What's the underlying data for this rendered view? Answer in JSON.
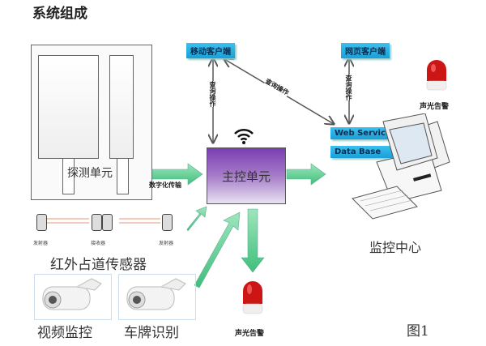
{
  "title": "系统组成",
  "detection_unit": {
    "label": "探测单元"
  },
  "main_unit": {
    "label": "主控单元"
  },
  "digital_transmission": "数字化传输",
  "mobile_client": "移动客户端",
  "web_client": "网页客户端",
  "query_op_mobile": "查询操作",
  "query_op_diagonal": "查询操作",
  "query_op_web": "查询操作",
  "web_service": "Web Service",
  "data_base": "Data Base",
  "monitor_center": "监控中心",
  "alarm_top": "声光告警",
  "alarm_bottom": "声光告警",
  "infrared": {
    "caption": "红外占道传感器",
    "emitter_left": "发射器",
    "receiver": "接收器",
    "emitter_right": "发射器"
  },
  "video_monitor": "视频监控",
  "plate_recognition": "车牌识别",
  "figure_label": "图1",
  "colors": {
    "label_blue": "#1fa8df",
    "arrow_green": "#5ccf8f",
    "main_purple": "#7b3db0",
    "alarm_red": "#d01818"
  }
}
